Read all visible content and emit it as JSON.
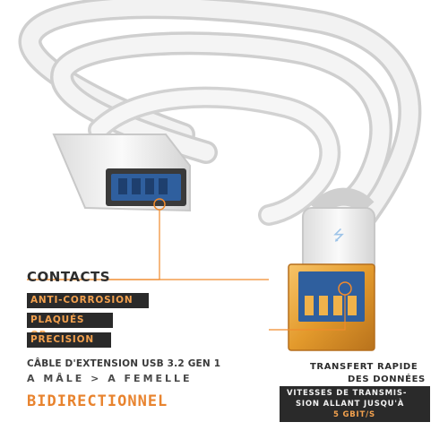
{
  "image": {
    "subject": "white usb cable",
    "colors": {
      "cable": "#eeeeee",
      "accent": "#f08a2c",
      "contact_gold": "#e8a23a",
      "port_blue": "#2f5f9e",
      "label_bg": "#2a2a2a"
    },
    "icons": [
      "usb-symbol-icon"
    ]
  },
  "contacts": {
    "title": "CONTACTS",
    "tags": [
      "ANTI-CORROSION",
      "PLAQUÉS OR",
      "PRECISION"
    ]
  },
  "product": {
    "line1": "CÂBLE D'EXTENSION USB 3.2 GEN 1",
    "line2": "A MÂLE > A FEMELLE",
    "banner": "BIDIRECTIONNEL"
  },
  "transfer": {
    "line1": "TRANSFERT RAPIDE",
    "line2": "DES DONNÉES",
    "speed_line1": "VITESSES DE TRANSMIS-",
    "speed_line2": "SION ALLANT JUSQU'À",
    "speed_value": "5 GBIT/S"
  }
}
